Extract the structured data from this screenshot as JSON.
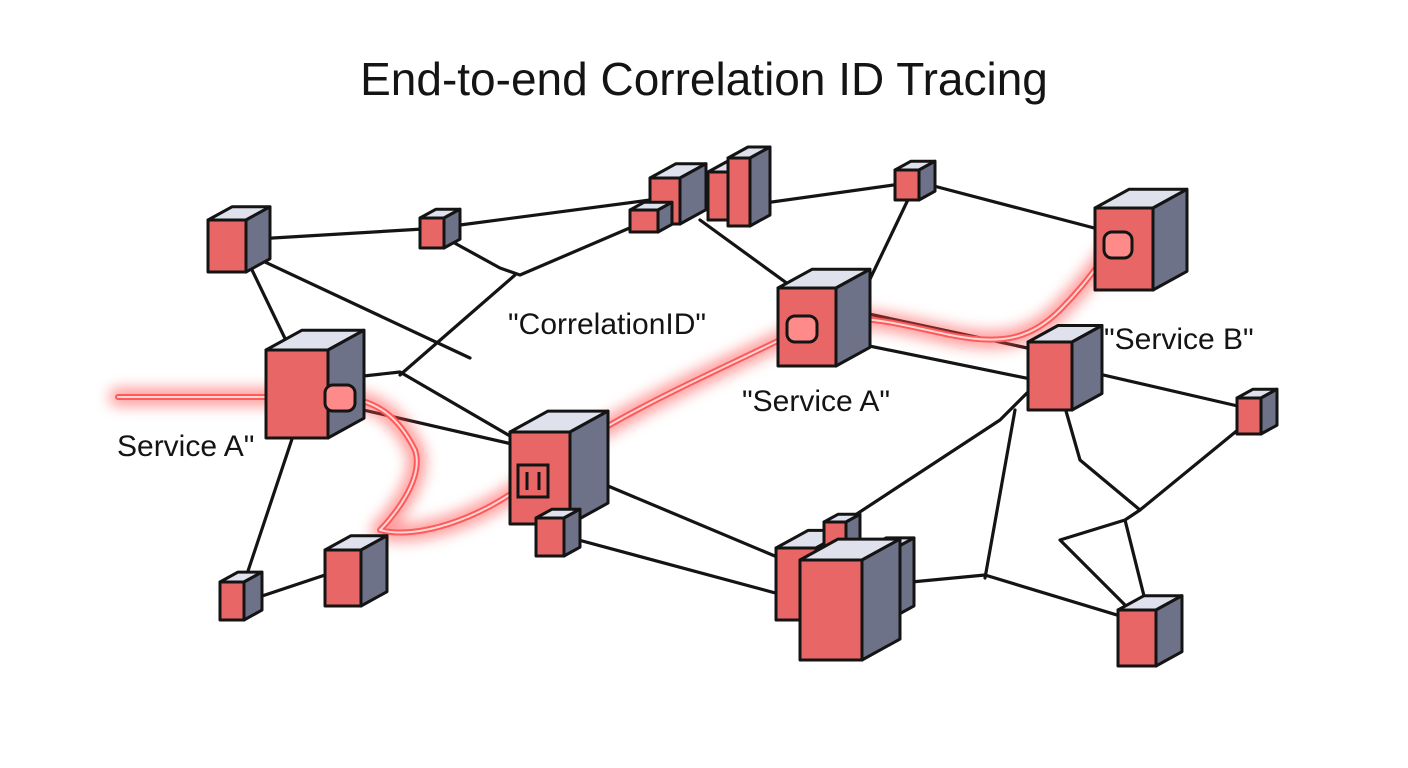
{
  "title": "End-to-end Correlation ID Tracing",
  "labels": {
    "correlation_id": "\"CorrelationID\"",
    "service_a_center": "\"Service A\"",
    "service_a_left": "Service A\"",
    "service_b": "\"Service B\""
  },
  "colors": {
    "cube_top": "#dfe2ec",
    "cube_side": "#6d7288",
    "cube_front": "#e86666",
    "edge": "#141414",
    "trace": "#ff4a4a"
  }
}
